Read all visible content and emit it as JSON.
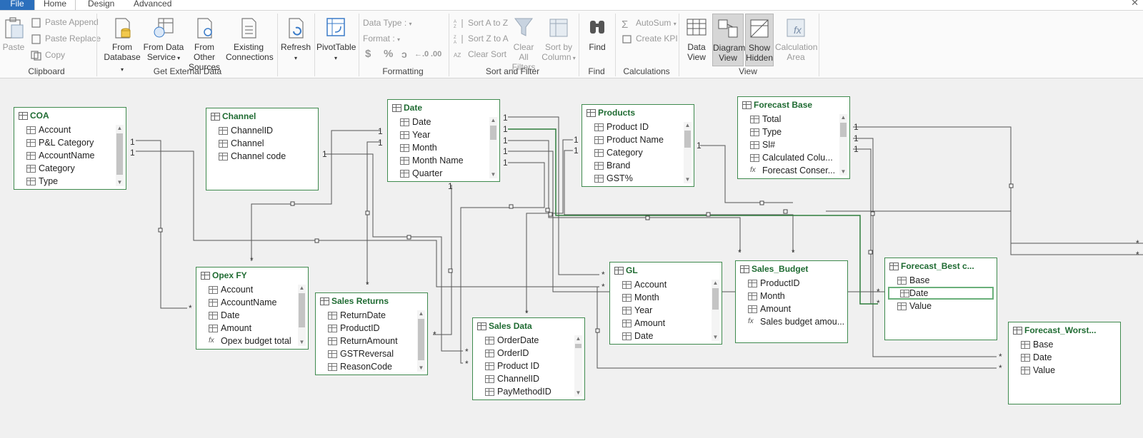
{
  "tabs": {
    "file": "File",
    "home": "Home",
    "design": "Design",
    "advanced": "Advanced"
  },
  "ribbon": {
    "clipboard": {
      "paste": "Paste",
      "paste_append": "Paste Append",
      "paste_replace": "Paste Replace",
      "copy": "Copy",
      "group": "Clipboard"
    },
    "external": {
      "from_database": "From",
      "from_database_2": "Database",
      "from_data_service": "From Data",
      "from_data_service_2": "Service",
      "from_other_sources": "From Other",
      "from_other_sources_2": "Sources",
      "existing_connections": "Existing",
      "existing_connections_2": "Connections",
      "group": "Get External Data"
    },
    "refresh": "Refresh",
    "pivottable": "PivotTable",
    "formatting": {
      "data_type": "Data Type :",
      "format": "Format :",
      "currency": "$",
      "percent": "%",
      "comma": "ɔ",
      "inc_dec": "←.0",
      "dec_dec": ".00",
      "group": "Formatting"
    },
    "sort": {
      "sort_az": "Sort A to Z",
      "sort_za": "Sort Z to A",
      "clear_sort": "Clear Sort",
      "clear_filters": "Clear All",
      "clear_filters_2": "Filters",
      "sort_by_col": "Sort by",
      "sort_by_col_2": "Column",
      "group": "Sort and Filter"
    },
    "find": {
      "find": "Find",
      "group": "Find"
    },
    "calculations": {
      "autosum": "AutoSum",
      "create_kpi": "Create KPI",
      "group": "Calculations"
    },
    "view": {
      "data_view": "Data",
      "data_view_2": "View",
      "diagram_view": "Diagram",
      "diagram_view_2": "View",
      "show_hidden": "Show",
      "show_hidden_2": "Hidden",
      "calc_area": "Calculation",
      "calc_area_2": "Area",
      "group": "View"
    }
  },
  "tables": [
    {
      "name": "COA",
      "fields": [
        "Account",
        "P&L Category",
        "AccountName",
        "Category",
        "Type"
      ]
    },
    {
      "name": "Channel",
      "fields": [
        "ChannelID",
        "Channel",
        "Channel code"
      ]
    },
    {
      "name": "Date",
      "fields": [
        "Date",
        "Year",
        "Month",
        "Month Name",
        "Quarter"
      ]
    },
    {
      "name": "Products",
      "fields": [
        "Product ID",
        "Product Name",
        "Category",
        "Brand",
        "GST%"
      ]
    },
    {
      "name": "Forecast Base",
      "fields": [
        "Total",
        "Type",
        "Sl#",
        "Calculated Colu...",
        "Forecast Conser..."
      ]
    },
    {
      "name": "Opex FY",
      "fields": [
        "Account",
        "AccountName",
        "Date",
        "Amount",
        "Opex budget total"
      ]
    },
    {
      "name": "Sales Returns",
      "fields": [
        "ReturnDate",
        "ProductID",
        "ReturnAmount",
        "GSTReversal",
        "ReasonCode"
      ]
    },
    {
      "name": "Sales Data",
      "fields": [
        "OrderDate",
        "OrderID",
        "Product ID",
        "ChannelID",
        "PayMethodID"
      ]
    },
    {
      "name": "GL",
      "fields": [
        "Account",
        "Month",
        "Year",
        "Amount",
        "Date"
      ]
    },
    {
      "name": "Sales_Budget",
      "fields": [
        "ProductID",
        "Month",
        "Amount",
        "Sales budget amou..."
      ]
    },
    {
      "name": "Forecast_Best c...",
      "fields": [
        "Base",
        "Date",
        "Value"
      ]
    },
    {
      "name": "Forecast_Worst...",
      "fields": [
        "Base",
        "Date",
        "Value"
      ]
    }
  ],
  "cardinality": {
    "one": "1",
    "many": "*"
  }
}
